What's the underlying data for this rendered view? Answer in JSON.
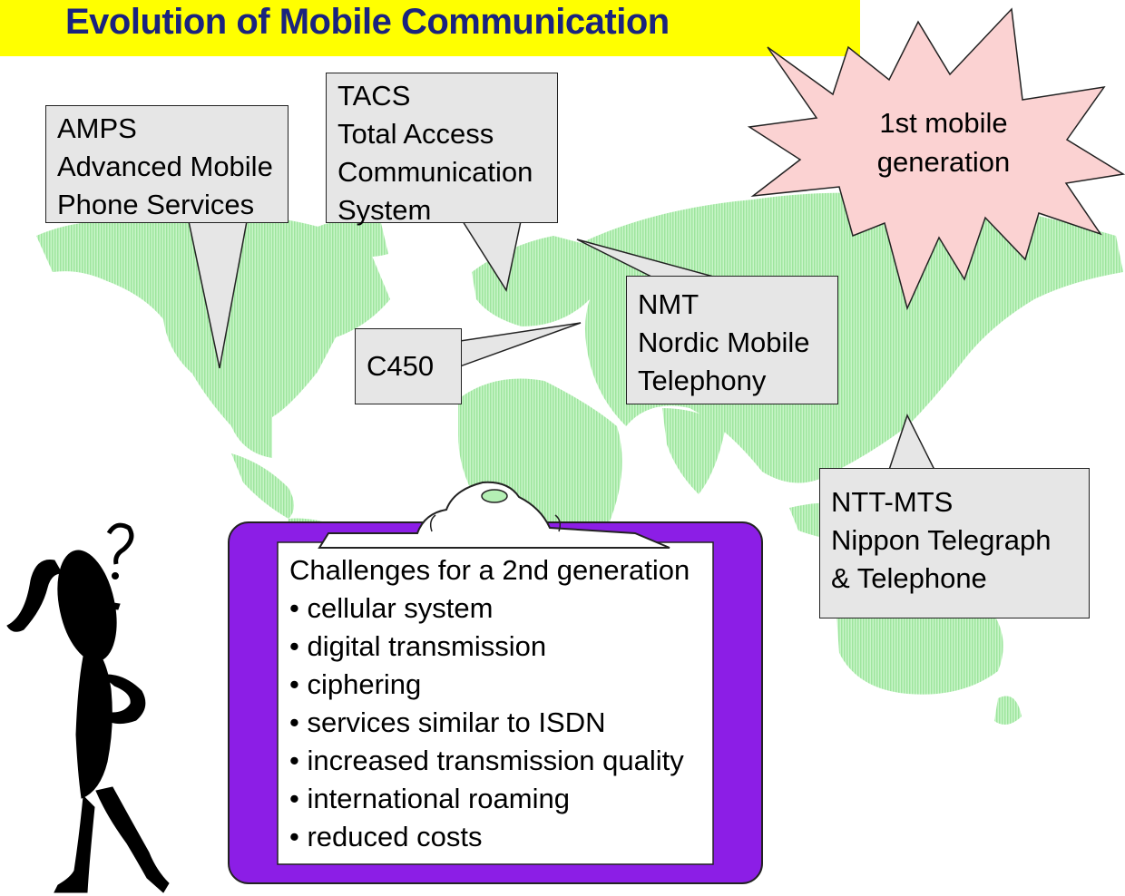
{
  "title": "Evolution of Mobile Communication",
  "callouts": {
    "amps": [
      "AMPS",
      "Advanced Mobile",
      "Phone Services"
    ],
    "tacs": [
      "TACS",
      "Total Access",
      "Communication",
      "System"
    ],
    "nmt": [
      "NMT",
      "Nordic Mobile",
      "Telephony"
    ],
    "c450": [
      "C450"
    ],
    "ntt": [
      "NTT-MTS",
      "Nippon Telegraph",
      "& Telephone"
    ]
  },
  "burst": [
    "1st mobile",
    "generation"
  ],
  "clipboard": {
    "heading": "Challenges for a 2nd generation",
    "items": [
      "• cellular system",
      "• digital transmission",
      "• ciphering",
      "• services similar to ISDN",
      "• increased transmission quality",
      "• international roaming",
      "• reduced costs"
    ]
  },
  "colors": {
    "title_bg": "#ffff00",
    "title_text": "#1a237e",
    "map": "#b4efb4",
    "burst": "#fbd2d2",
    "callout": "#e6e6e6",
    "clipboard": "#8c1ee6"
  },
  "icons": [
    "world-map-icon",
    "starburst-icon",
    "clipboard-icon",
    "thinking-stick-figure-icon"
  ]
}
